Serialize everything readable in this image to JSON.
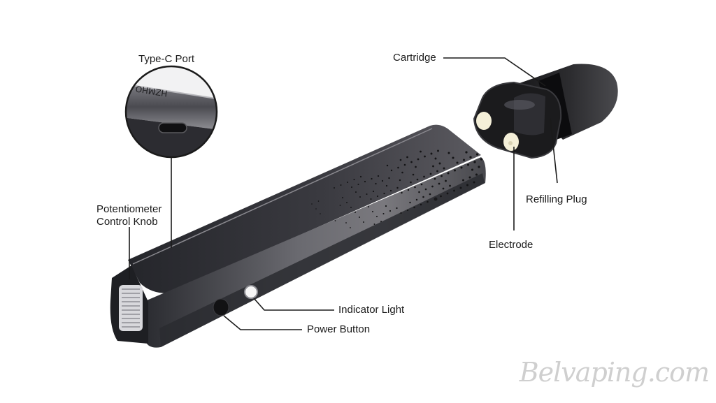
{
  "labels": {
    "type_c_port": "Type-C Port",
    "potentiometer": "Potentiometer",
    "control_knob": "Control Knob",
    "cartridge": "Cartridge",
    "refilling_plug": "Refilling Plug",
    "electrode": "Electrode",
    "indicator_light": "Indicator Light",
    "power_button": "Power Button"
  },
  "device_engraving": "HZMHO",
  "watermark": "Belvaping.com",
  "colors": {
    "body_dark": "#2a2b30",
    "body_light": "#6e6d72",
    "cartridge": "#1b1b1d",
    "electrode": "#f4efd8",
    "leader_line": "#1a1a1a"
  }
}
